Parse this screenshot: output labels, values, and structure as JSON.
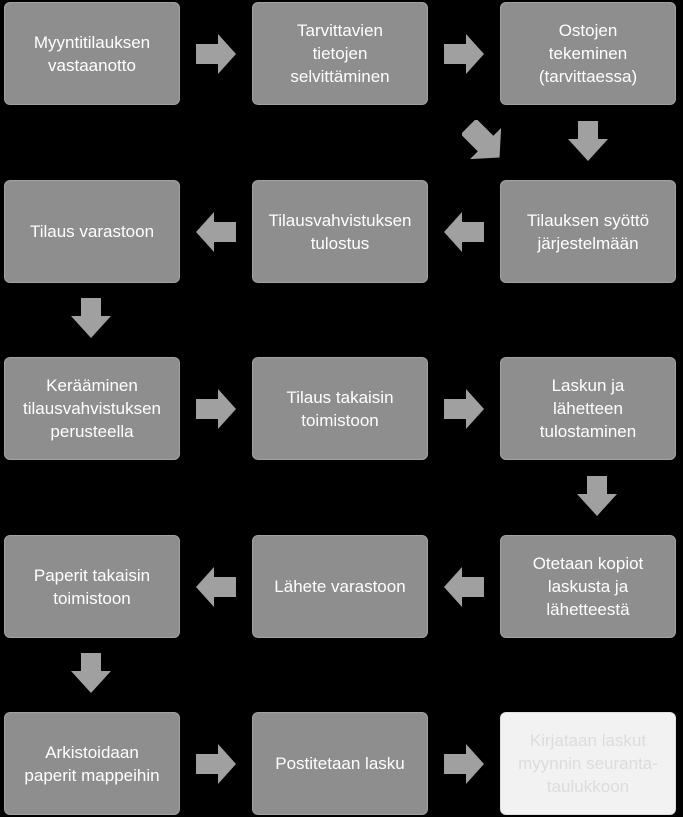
{
  "colors": {
    "background": "#000000",
    "box": "#8e8e8e",
    "arrow": "#a0a0a0",
    "text": "#ffffff",
    "faded_box": "#f2f2f2",
    "faded_text": "#dcdcdc"
  },
  "steps": [
    {
      "label": "Myyntitilauksen\nvastaanotto"
    },
    {
      "label": "Tarvittavien\ntietojen\nselvittäminen"
    },
    {
      "label": "Ostojen\ntekeminen\n(tarvittaessa)"
    },
    {
      "label": "Tilauksen syöttö\njärjestelmään"
    },
    {
      "label": "Tilausvahvistuksen\ntulostus"
    },
    {
      "label": "Tilaus varastoon"
    },
    {
      "label": "Kerääminen\ntilausvahvistuksen\nperusteella"
    },
    {
      "label": "Tilaus takaisin\ntoimistoon"
    },
    {
      "label": "Laskun ja\nlähetteen\ntulostaminen"
    },
    {
      "label": "Otetaan kopiot\nlaskusta ja\nlähetteestä"
    },
    {
      "label": "Lähete varastoon"
    },
    {
      "label": "Paperit takaisin\ntoimistoon"
    },
    {
      "label": "Arkistoidaan\npaperit mappeihin"
    },
    {
      "label": "Postitetaan lasku"
    },
    {
      "label": "Kirjataan laskut\nmyynnin seuranta-\ntaulukkoon"
    }
  ]
}
